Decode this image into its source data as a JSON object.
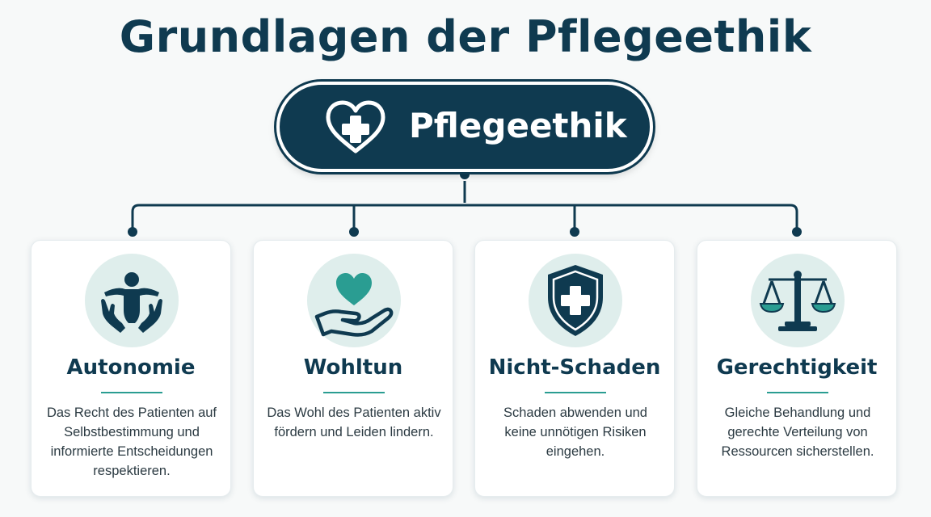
{
  "title": "Grundlagen der Pflegeethik",
  "hub": {
    "label": "Pflegeethik",
    "icon": "heart-cross-icon"
  },
  "colors": {
    "primary": "#0f3a50",
    "accent": "#2a9d92",
    "icon_bg": "#dfeeec",
    "card_bg": "#ffffff"
  },
  "principles": [
    {
      "title": "Autonomie",
      "text": "Das Recht des Patienten auf Selbstbestimmung und informierte Entscheidungen respektieren.",
      "icon": "person-in-hands-icon"
    },
    {
      "title": "Wohltun",
      "text": "Das Wohl des Patienten aktiv fördern und Leiden lindern.",
      "icon": "heart-in-hand-icon"
    },
    {
      "title": "Nicht-Schaden",
      "text": "Schaden abwenden und keine unnötigen Risiken eingehen.",
      "icon": "shield-cross-icon"
    },
    {
      "title": "Gerechtigkeit",
      "text": "Gleiche Behandlung und gerechte Verteilung von Ressourcen sicherstellen.",
      "icon": "scales-icon"
    }
  ]
}
